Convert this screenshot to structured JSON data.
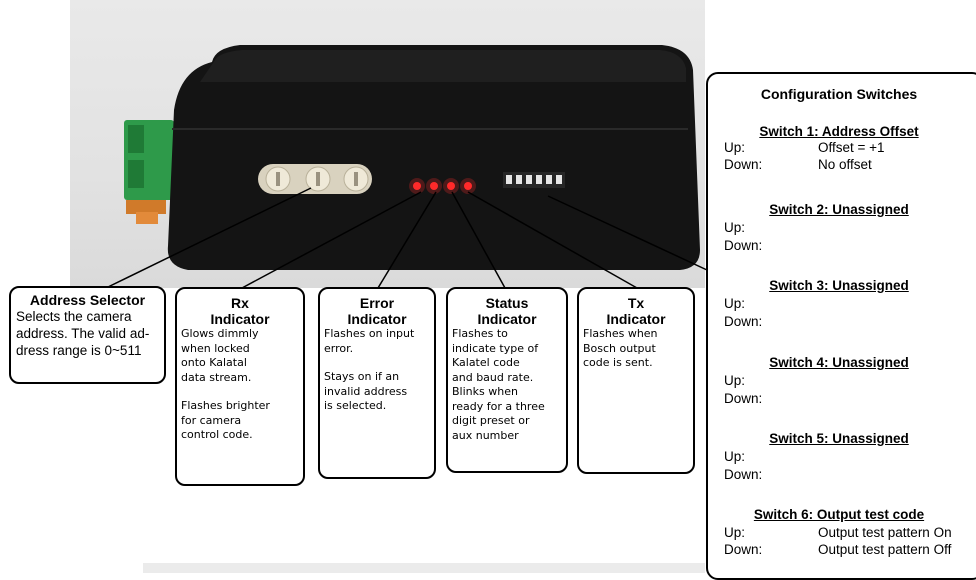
{
  "callouts": {
    "address_selector": {
      "title": "Address Selector",
      "text": "Selects the camera address. The valid address range is 0~511",
      "lines": [
        "Selects the camera",
        "address. The valid ad-",
        "dress range is 0~511"
      ]
    },
    "rx": {
      "title_1": "Rx",
      "title_2": "Indicator",
      "lines_a": [
        "Glows dimmly",
        "when locked",
        "onto Kalatal",
        "data stream."
      ],
      "lines_b": [
        "Flashes brighter",
        "for camera",
        "control code."
      ]
    },
    "error": {
      "title_1": "Error",
      "title_2": "Indicator",
      "lines_a": [
        "Flashes on input",
        "error."
      ],
      "lines_b": [
        "Stays on if an",
        "invalid address",
        "is selected."
      ]
    },
    "status": {
      "title_1": "Status",
      "title_2": "Indicator",
      "lines": [
        "Flashes to",
        "indicate type of",
        "Kalatel code",
        "and baud rate.",
        "Blinks when",
        "ready for a three",
        "digit preset or",
        "aux number"
      ]
    },
    "tx": {
      "title_1": "Tx",
      "title_2": "Indicator",
      "lines": [
        "Flashes when",
        "Bosch output",
        "code is sent."
      ]
    }
  },
  "config": {
    "title": "Configuration Switches",
    "up_label": "Up:",
    "down_label": "Down:",
    "switches": [
      {
        "heading": "Switch 1: Address Offset",
        "up": "Offset = +1",
        "down": "No offset"
      },
      {
        "heading": "Switch 2: Unassigned",
        "up": "",
        "down": ""
      },
      {
        "heading": "Switch 3: Unassigned",
        "up": "",
        "down": ""
      },
      {
        "heading": "Switch 4: Unassigned",
        "up": "",
        "down": ""
      },
      {
        "heading": "Switch 5: Unassigned",
        "up": "",
        "down": ""
      },
      {
        "heading": "Switch 6: Output test code",
        "up": "Output test pattern On",
        "down": "Output test pattern Off"
      }
    ]
  },
  "colors": {
    "led": "#ff2a2a",
    "device_body": "#141414",
    "terminal_block": "#2e9a4a"
  }
}
